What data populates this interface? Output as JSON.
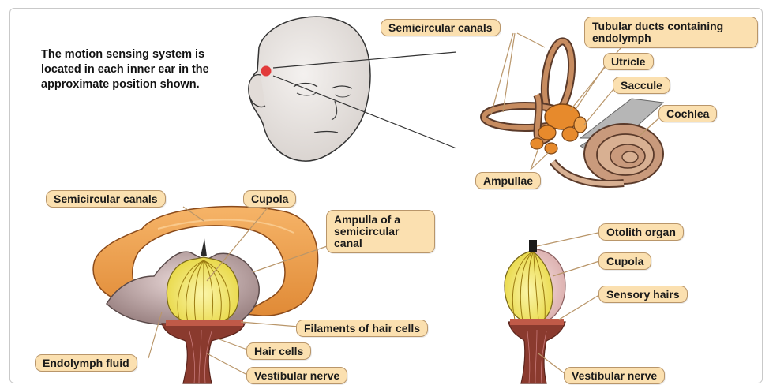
{
  "intro_text": "The motion sensing system is located in each inner ear in the approximate position shown.",
  "top_labels": {
    "semicircular_canals": "Semicircular canals",
    "tubular_ducts": "Tubular ducts containing endolymph",
    "utricle": "Utricle",
    "saccule": "Saccule",
    "cochlea": "Cochlea",
    "ampullae": "Ampullae"
  },
  "left_labels": {
    "semicircular_canals": "Semicircular canals",
    "cupola": "Cupola",
    "ampulla": "Ampulla of a semicircular canal",
    "filaments": "Filaments of hair cells",
    "hair_cells": "Hair cells",
    "endolymph_fluid": "Endolymph fluid",
    "vestibular_nerve": "Vestibular nerve"
  },
  "right_labels": {
    "otolith_organ": "Otolith organ",
    "cupola": "Cupola",
    "sensory_hairs": "Sensory hairs",
    "vestibular_nerve": "Vestibular nerve"
  },
  "colors": {
    "label_fill": "#fbe0b0",
    "label_border": "#b9966a",
    "canal_orange": "#f0a44e",
    "cupola_yellow": "#f4ea6a",
    "nerve_red": "#8a3a2e",
    "marker_red": "#e23b3b"
  }
}
